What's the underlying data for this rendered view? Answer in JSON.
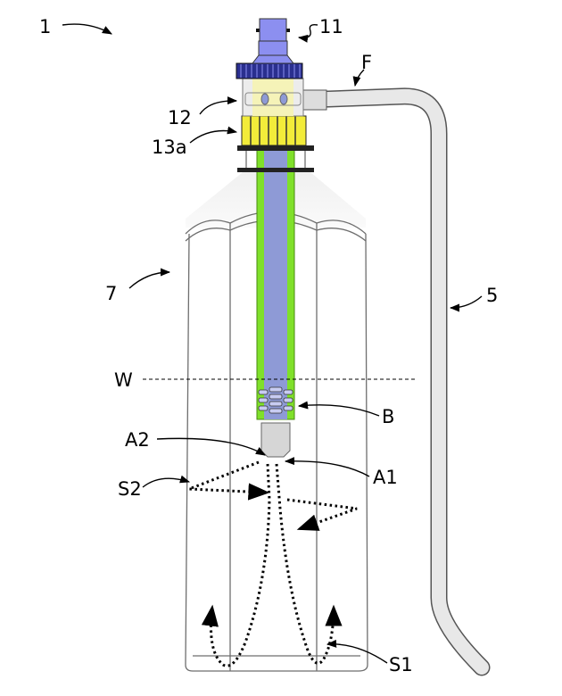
{
  "figure": {
    "labels": {
      "device": "1",
      "connector": "11",
      "flow": "F",
      "collar": "12",
      "nut": "13a",
      "bottle": "7",
      "hose": "5",
      "water_level": "W",
      "bore_region": "B",
      "outlet_a2": "A2",
      "outlet_a1": "A1",
      "swirl_s2": "S2",
      "swirl_s1": "S1"
    },
    "colors": {
      "connector_blue": "#8c8ff0",
      "ring_navy": "#2a2f8f",
      "nut_yellow": "#f2ec3a",
      "collar_yellow": "#f5f3b8",
      "tube_green": "#7fe02a",
      "tube_blue": "#8e9ad6",
      "hose_grey": "#e6e6e6"
    }
  }
}
